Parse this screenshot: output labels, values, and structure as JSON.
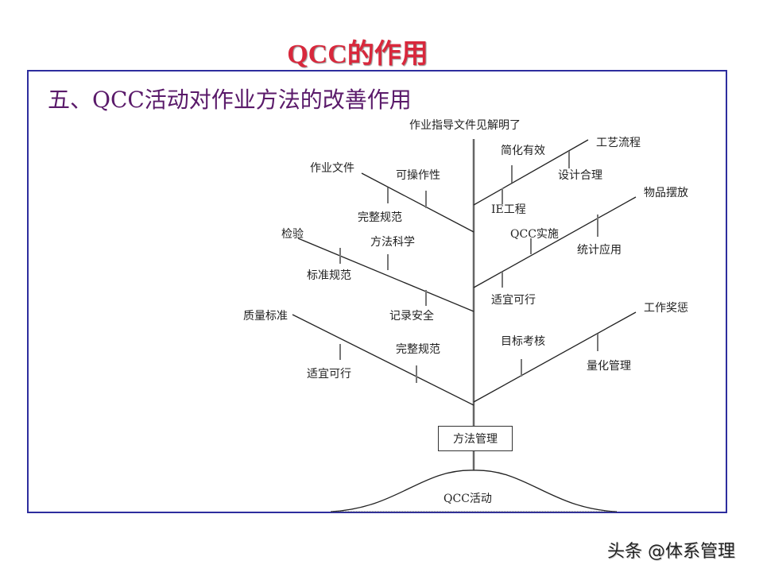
{
  "slide": {
    "title": "QCC的作用",
    "section_heading": "五、QCC活动对作业方法的改善作用"
  },
  "diagram": {
    "top_label": "作业指导文件见解明了",
    "root_label": "QCC活动",
    "box_label": "方法管理",
    "left_branches": [
      {
        "name": "作业文件",
        "leaves": [
          "可操作性",
          "完整规范"
        ]
      },
      {
        "name": "检验",
        "leaves": [
          "方法科学",
          "标准规范",
          "记录安全"
        ]
      },
      {
        "name": "质量标准",
        "leaves": [
          "完整规范",
          "适宜可行"
        ]
      }
    ],
    "right_branches": [
      {
        "name": "工艺流程",
        "leaves": [
          "简化有效",
          "设计合理",
          "IE工程"
        ]
      },
      {
        "name": "物品摆放",
        "leaves": [
          "QCC实施",
          "统计应用",
          "适宜可行"
        ]
      },
      {
        "name": "工作奖惩",
        "leaves": [
          "目标考核",
          "量化管理"
        ]
      }
    ]
  },
  "colors": {
    "title": "#d8283c",
    "heading": "#5a1a6a",
    "frame": "#2d2d9e",
    "lines": "#222222",
    "twigs": "#777777"
  },
  "watermark": "头条 @体系管理"
}
